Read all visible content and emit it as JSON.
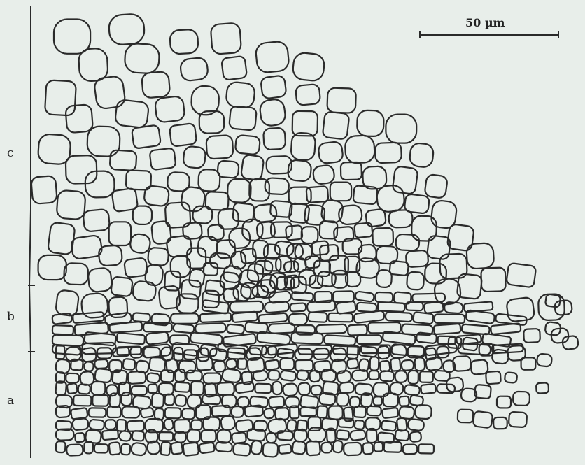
{
  "figure": {
    "paper_color": "#e8eeea",
    "ink_color": "#2a2a2a",
    "scale_bar": {
      "label": "50 µm",
      "length_um": 50
    },
    "zones": [
      {
        "id": "c",
        "label": "c"
      },
      {
        "id": "b",
        "label": "b"
      },
      {
        "id": "a",
        "label": "a"
      }
    ]
  }
}
